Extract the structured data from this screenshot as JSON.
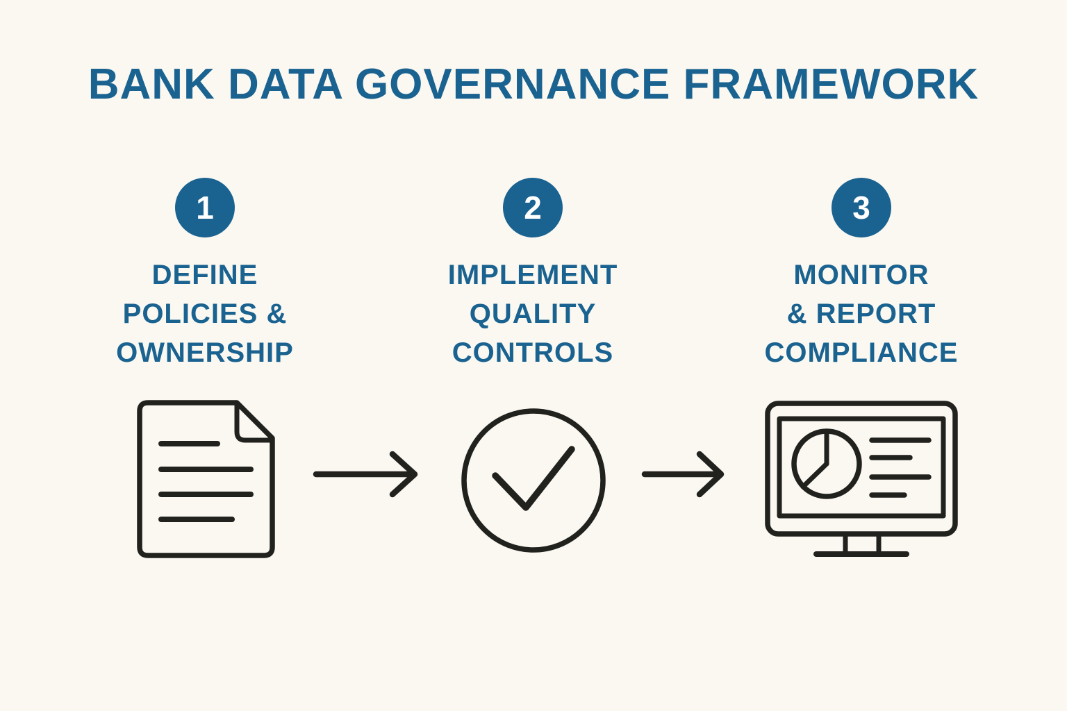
{
  "title": "BANK DATA GOVERNANCE FRAMEWORK",
  "colors": {
    "background": "#FAF8F1",
    "accent_blue": "#1A6290",
    "icon_ink": "#21211E",
    "step_number_text": "#FFFFFF"
  },
  "steps": [
    {
      "number": "1",
      "lines": [
        "DEFINE",
        "POLICIES &",
        "OWNERSHIP"
      ],
      "icon": "document-icon"
    },
    {
      "number": "2",
      "lines": [
        "IMPLEMENT",
        "QUALITY",
        "CONTROLS"
      ],
      "icon": "check-circle-icon"
    },
    {
      "number": "3",
      "lines": [
        "MONITOR",
        "& REPORT",
        "COMPLIANCE"
      ],
      "icon": "monitor-report-icon"
    }
  ],
  "connectors": [
    "arrow-right-icon",
    "arrow-right-icon"
  ]
}
